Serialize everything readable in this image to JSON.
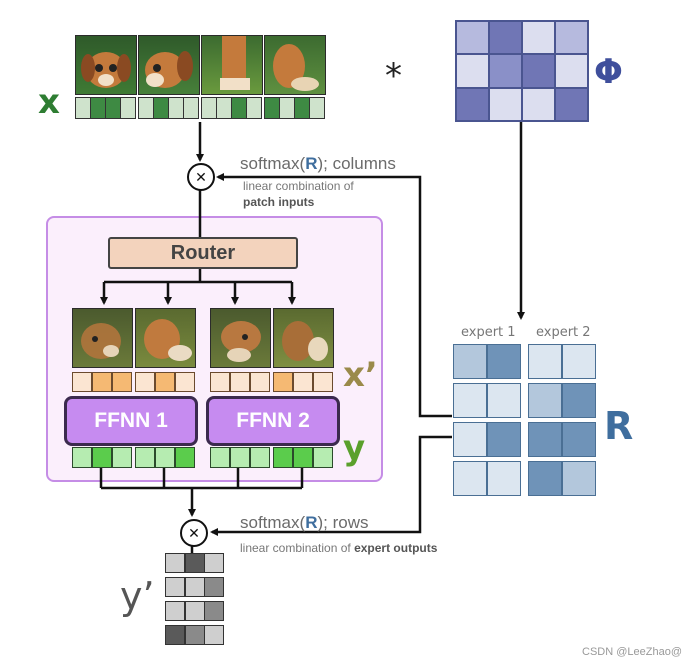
{
  "labels": {
    "x": "x",
    "times": "*",
    "phi": "Φ",
    "r": "R",
    "x_prime": "x’",
    "y": "y",
    "y_prime": "y’",
    "router": "Router",
    "ffnn1": "FFNN 1",
    "ffnn2": "FFNN 2",
    "expert1": "expert 1",
    "expert2": "expert 2",
    "columns_prefix": "softmax(",
    "columns_r": "R",
    "columns_suffix": "); columns",
    "columns_note_1": "linear combination of",
    "columns_note_2": "patch inputs",
    "rows_prefix": "softmax(",
    "rows_r": "R",
    "rows_suffix": "); rows",
    "rows_note_1": "linear combination of ",
    "rows_note_2": "expert outputs",
    "watermark": "CSDN @LeeZhao@"
  },
  "colors": {
    "x_label": "#2e7d32",
    "phi_label": "#3f4f9c",
    "r_label": "#3f6e9e",
    "xprime_label": "#9a8a4a",
    "y_label": "#5aa02c",
    "ffnn_fill": "#c68bf0",
    "ffnn_border": "#3b2a4e",
    "router_fill": "#f3d3bd",
    "moe_box_fill": "#fbeffc",
    "moe_box_border": "#c58de6"
  },
  "x_cells": [
    [
      "#cfe3cc",
      "#3e8a43",
      "#3e8a43",
      "#cfe3cc"
    ],
    [
      "#cfe3cc",
      "#3e8a43",
      "#cfe3cc",
      "#cfe3cc"
    ],
    [
      "#cfe3cc",
      "#cfe3cc",
      "#3e8a43",
      "#cfe3cc"
    ],
    [
      "#3e8a43",
      "#cfe3cc",
      "#3e8a43",
      "#cfe3cc"
    ]
  ],
  "xprime_cells": [
    [
      "#fbe5d2",
      "#f5b973",
      "#f5b973"
    ],
    [
      "#fbe5d2",
      "#f5b973",
      "#fbe5d2"
    ],
    [
      "#fbe5d2",
      "#fbe5d2",
      "#fbe5d2"
    ],
    [
      "#f5b973",
      "#fbe5d2",
      "#fbe5d2"
    ]
  ],
  "y_cells": [
    [
      "#b6ecb1",
      "#5bcc4c",
      "#b6ecb1"
    ],
    [
      "#b6ecb1",
      "#b6ecb1",
      "#5bcc4c"
    ],
    [
      "#b6ecb1",
      "#b6ecb1",
      "#b6ecb1"
    ],
    [
      "#5bcc4c",
      "#5bcc4c",
      "#b6ecb1"
    ]
  ],
  "yprime_cells": [
    [
      "#cfcfcf",
      "#5a5a5a",
      "#cfcfcf"
    ],
    [
      "#cfcfcf",
      "#cfcfcf",
      "#8a8a8a"
    ],
    [
      "#cfcfcf",
      "#cfcfcf",
      "#8a8a8a"
    ],
    [
      "#5a5a5a",
      "#8a8a8a",
      "#cfcfcf"
    ]
  ],
  "phi_cells": [
    [
      "#b6bade",
      "#7076b5",
      "#dcdeef",
      "#b6bade"
    ],
    [
      "#dcdeef",
      "#8a90c8",
      "#7076b5",
      "#dcdeef"
    ],
    [
      "#7076b5",
      "#dcdeef",
      "#dcdeef",
      "#7076b5"
    ]
  ],
  "r_expert1": [
    [
      "#b3c7dc",
      "#6f93b8"
    ],
    [
      "#dce6f0",
      "#dce6f0"
    ],
    [
      "#dce6f0",
      "#6f93b8"
    ],
    [
      "#dce6f0",
      "#dce6f0"
    ]
  ],
  "r_expert2": [
    [
      "#dce6f0",
      "#dce6f0"
    ],
    [
      "#b3c7dc",
      "#6f93b8"
    ],
    [
      "#6f93b8",
      "#6f93b8"
    ],
    [
      "#6f93b8",
      "#b3c7dc"
    ]
  ]
}
